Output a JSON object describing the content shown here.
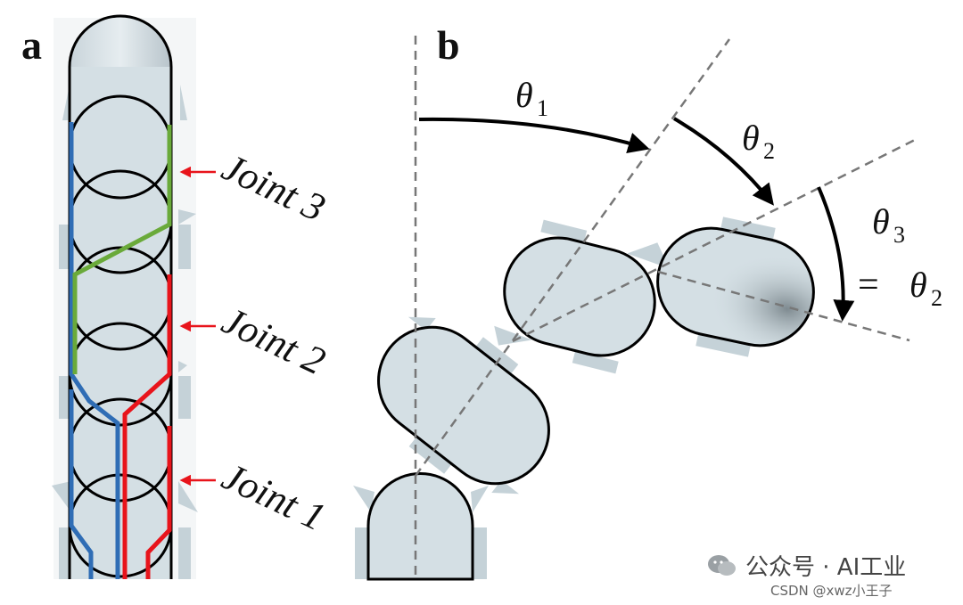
{
  "panel_a": {
    "letter": "a",
    "joints": [
      {
        "label": "Joint 3"
      },
      {
        "label": "Joint 2"
      },
      {
        "label": "Joint 1"
      }
    ]
  },
  "panel_b": {
    "letter": "b",
    "angles": {
      "theta1": {
        "symbol": "θ",
        "sub": "1"
      },
      "theta2": {
        "symbol": "θ",
        "sub": "2"
      },
      "theta3": {
        "symbol": "θ",
        "sub": "3",
        "equals": "=",
        "eq_symbol": "θ",
        "eq_sub": "2"
      }
    }
  },
  "watermark": {
    "text": "公众号 · AI工业",
    "credit": "CSDN @xwz小王子"
  },
  "colors": {
    "tendon_blue": "#2f6db5",
    "tendon_green": "#6aaa3a",
    "tendon_red": "#e8141b",
    "body_fill": "#d4dfe4",
    "arrow_red": "#e8141b"
  }
}
